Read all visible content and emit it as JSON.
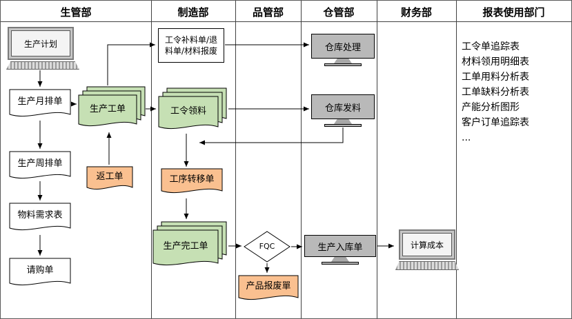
{
  "lanes": [
    "生管部",
    "制造部",
    "品管部",
    "仓管部",
    "财务部",
    "报表使用部门"
  ],
  "nodes": {
    "production_plan": "生产计划",
    "monthly_schedule": "生产月排单",
    "weekly_schedule": "生产周排单",
    "material_requirements": "物料需求表",
    "purchase_request": "请购单",
    "work_order": "生产工单",
    "rework_order": "返工单",
    "supplement_return_scrap": "工令补料单/退料单/材料报废",
    "material_requisition": "工令领料",
    "process_transfer": "工序转移单",
    "completion_order": "生产完工单",
    "fqc": "FQC",
    "product_scrap": "产品报废單",
    "warehouse_processing": "仓库处理",
    "warehouse_issue": "仓库发料",
    "stock_in_order": "生产入库单",
    "cost_calculation": "计算成本"
  },
  "reports": [
    "工令单追踪表",
    "材料领用明细表",
    "工单用料分析表",
    "工单缺料分析表",
    "产能分析图形",
    "客户订单追踪表",
    "..."
  ],
  "colors": {
    "doc_green": "#c6e0b4",
    "doc_orange": "#fac090",
    "unit_gray": "#b9b9b9",
    "line": "#404040"
  }
}
